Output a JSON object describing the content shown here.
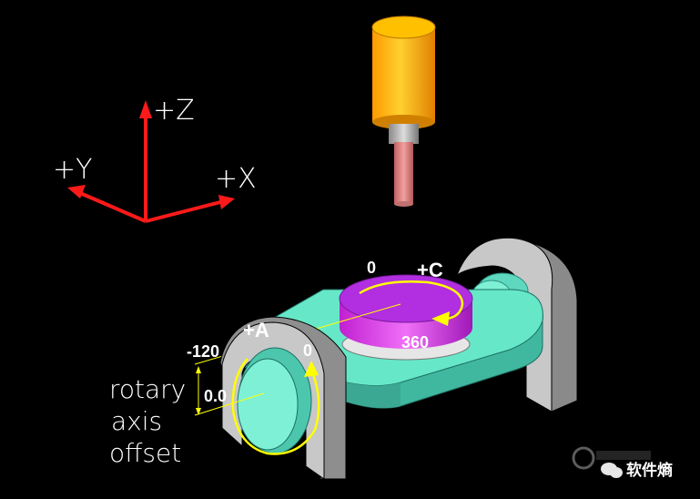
{
  "axes": {
    "z_label": "+Z",
    "y_label": "+Y",
    "x_label": "+X"
  },
  "c_axis": {
    "label": "+C",
    "start_value": "0",
    "end_value": "360"
  },
  "a_axis": {
    "label": "+A",
    "start_value": "0",
    "neg_value": "-120"
  },
  "offset": {
    "value": "0.0",
    "label_line1": "rotary",
    "label_line2": "axis",
    "label_line3": "offset"
  },
  "watermark": {
    "text": "软件熵"
  },
  "colors": {
    "background": "#000000",
    "axis_arrows": "#ff1a1a",
    "spindle_body": "#ffb000",
    "spindle_tool": "#e48a88",
    "c_table": "#b12fe0",
    "fixture": "#66e8c8",
    "trunnion": "#c8c8c8",
    "rotation_arrows": "#ffff00"
  }
}
